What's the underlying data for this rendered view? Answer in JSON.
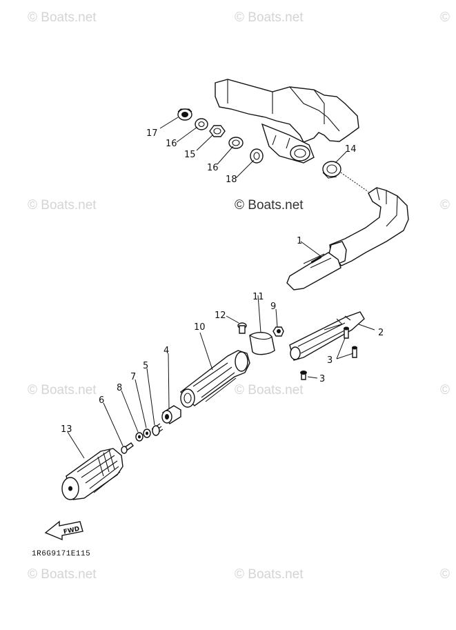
{
  "watermark": {
    "text": "Boats.net",
    "main_text": "© Boats.net"
  },
  "diagram_code": "1R6G9171E115",
  "fwd_arrow_label": "FWD",
  "callouts": [
    "1",
    "2",
    "3",
    "3",
    "4",
    "5",
    "6",
    "7",
    "8",
    "9",
    "10",
    "11",
    "12",
    "13",
    "14",
    "15",
    "16",
    "16",
    "17",
    "18"
  ]
}
